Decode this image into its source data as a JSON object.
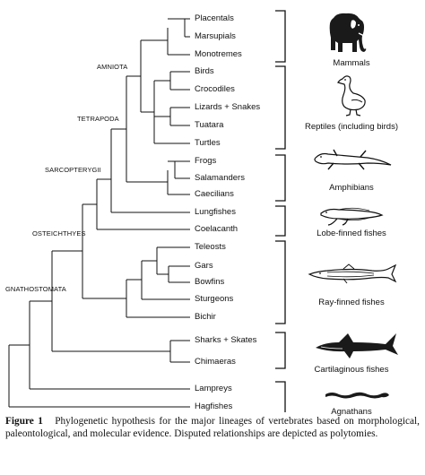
{
  "taxa": {
    "placentals": "Placentals",
    "marsupials": "Marsupials",
    "monotremes": "Monotremes",
    "birds": "Birds",
    "crocodiles": "Crocodiles",
    "lizards_snakes": "Lizards + Snakes",
    "tuatara": "Tuatara",
    "turtles": "Turtles",
    "frogs": "Frogs",
    "salamanders": "Salamanders",
    "caecilians": "Caecilians",
    "lungfishes": "Lungfishes",
    "coelacanth": "Coelacanth",
    "teleosts": "Teleosts",
    "gars": "Gars",
    "bowfins": "Bowfins",
    "sturgeons": "Sturgeons",
    "bichir": "Bichir",
    "sharks_skates": "Sharks + Skates",
    "chimaeras": "Chimaeras",
    "lampreys": "Lampreys",
    "hagfishes": "Hagfishes"
  },
  "clades": {
    "amniota": "AMNIOTA",
    "tetrapoda": "TETRAPODA",
    "sarcopterygii": "SARCOPTERYGII",
    "osteichthyes": "OSTEICHTHYES",
    "gnathostomata": "GNATHOSTOMATA"
  },
  "groups": {
    "mammals": "Mammals",
    "reptiles": "Reptiles (including birds)",
    "amphibians": "Amphibians",
    "lobe_finned": "Lobe-finned fishes",
    "ray_finned": "Ray-finned fishes",
    "cartilaginous": "Cartilaginous fishes",
    "agnathans": "Agnathans"
  },
  "icons": {
    "mammals": "elephant-icon",
    "reptiles": "duck-icon",
    "amphibians": "salamander-icon",
    "lobe_finned": "lungfish-icon",
    "ray_finned": "sturgeon-icon",
    "cartilaginous": "shark-icon",
    "agnathans": "lamprey-icon"
  },
  "caption": {
    "label": "Figure 1",
    "text": "Phylogenetic hypothesis for the major lineages of vertebrates based on morphological, paleontological, and molecular evidence. Disputed relationships are depicted as polytomies."
  },
  "colors": {
    "ink": "#111111",
    "silhouette": "#1a1a1a"
  }
}
